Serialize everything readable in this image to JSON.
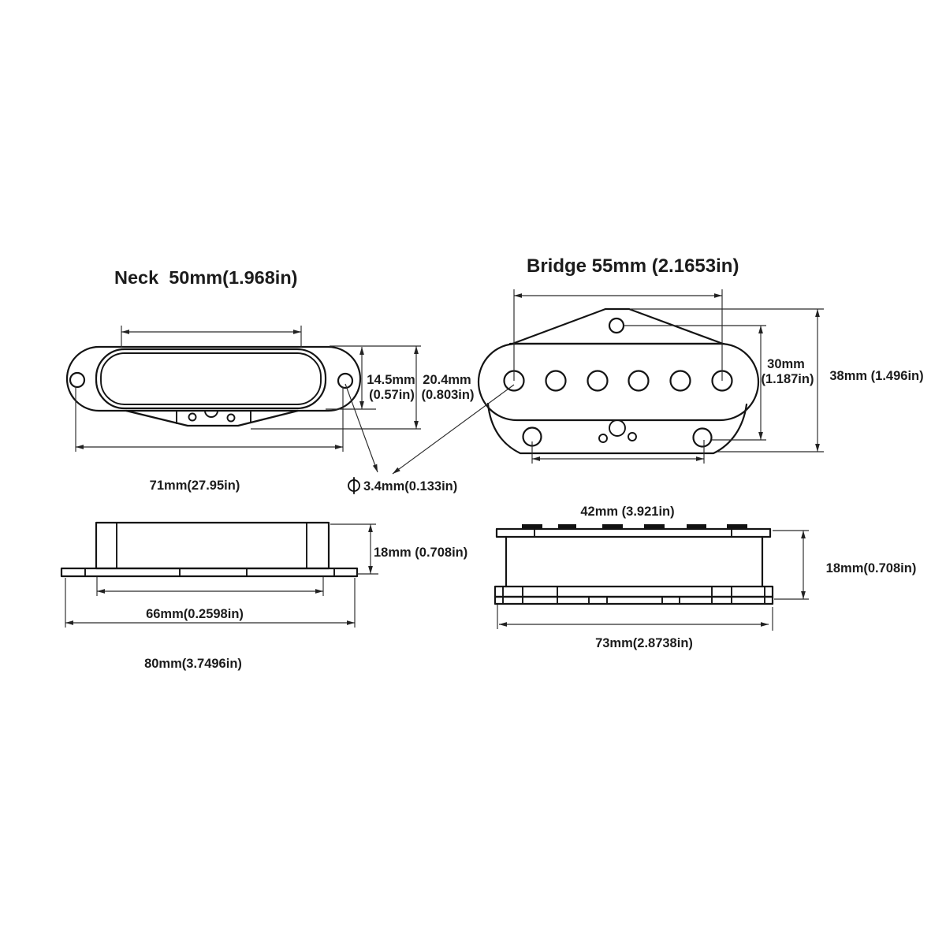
{
  "page": {
    "background": "#ffffff",
    "line_color": "#141414",
    "text_color": "#1c1c1c"
  },
  "neck": {
    "title": "Neck  50mm(1.968in)",
    "top_view": {
      "pole_span_label_in_title": "50mm(1.968in)",
      "width_label": "71mm(27.95in)",
      "cover_height": {
        "mm": "14.5mm",
        "in": "(0.57in)"
      },
      "base_height": {
        "mm": "20.4mm",
        "in": "(0.803in)"
      }
    },
    "side_view": {
      "height_label": "18mm (0.708in)",
      "inner_width_label": "66mm(0.2598in)",
      "outer_width_label": "80mm(3.7496in)"
    }
  },
  "bridge": {
    "title": "Bridge 55mm (2.1653in)",
    "top_view": {
      "screw_to_hole_height": {
        "mm": "30mm",
        "in": "(1.187in)"
      },
      "overall_height_label": "38mm (1.496in)"
    },
    "side_view": {
      "top_width_label": "42mm (3.921in)",
      "height_label": "18mm(0.708in)",
      "bottom_width_label": "73mm(2.8738in)"
    }
  },
  "shared": {
    "mount_hole_diameter": {
      "symbol": "⌀",
      "label": "3.4mm(0.133in)"
    }
  }
}
